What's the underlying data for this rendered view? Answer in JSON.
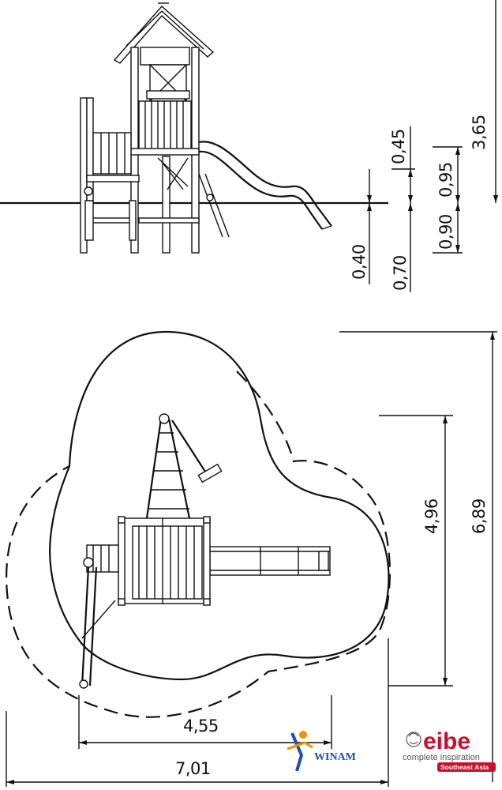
{
  "elevation_dimensions": {
    "total_height": "3,65",
    "roof_part": "0,45",
    "platform_upper": "0,95",
    "platform_lower": "0,90",
    "foundation_left": "0,40",
    "foundation_right": "0,70"
  },
  "plan_dimensions": {
    "inner_height": "4,96",
    "outer_height": "6,89",
    "inner_width": "4,55",
    "outer_width": "7,01"
  },
  "logos": {
    "winam": "WINAM",
    "eibe": "eibe",
    "eibe_tagline": "complete inspiration",
    "eibe_region": "Southeast Asia"
  },
  "colors": {
    "line": "#111111",
    "eibe_red": "#c8102e",
    "winam_blue": "#1f4fa8",
    "winam_orange": "#f29100"
  }
}
